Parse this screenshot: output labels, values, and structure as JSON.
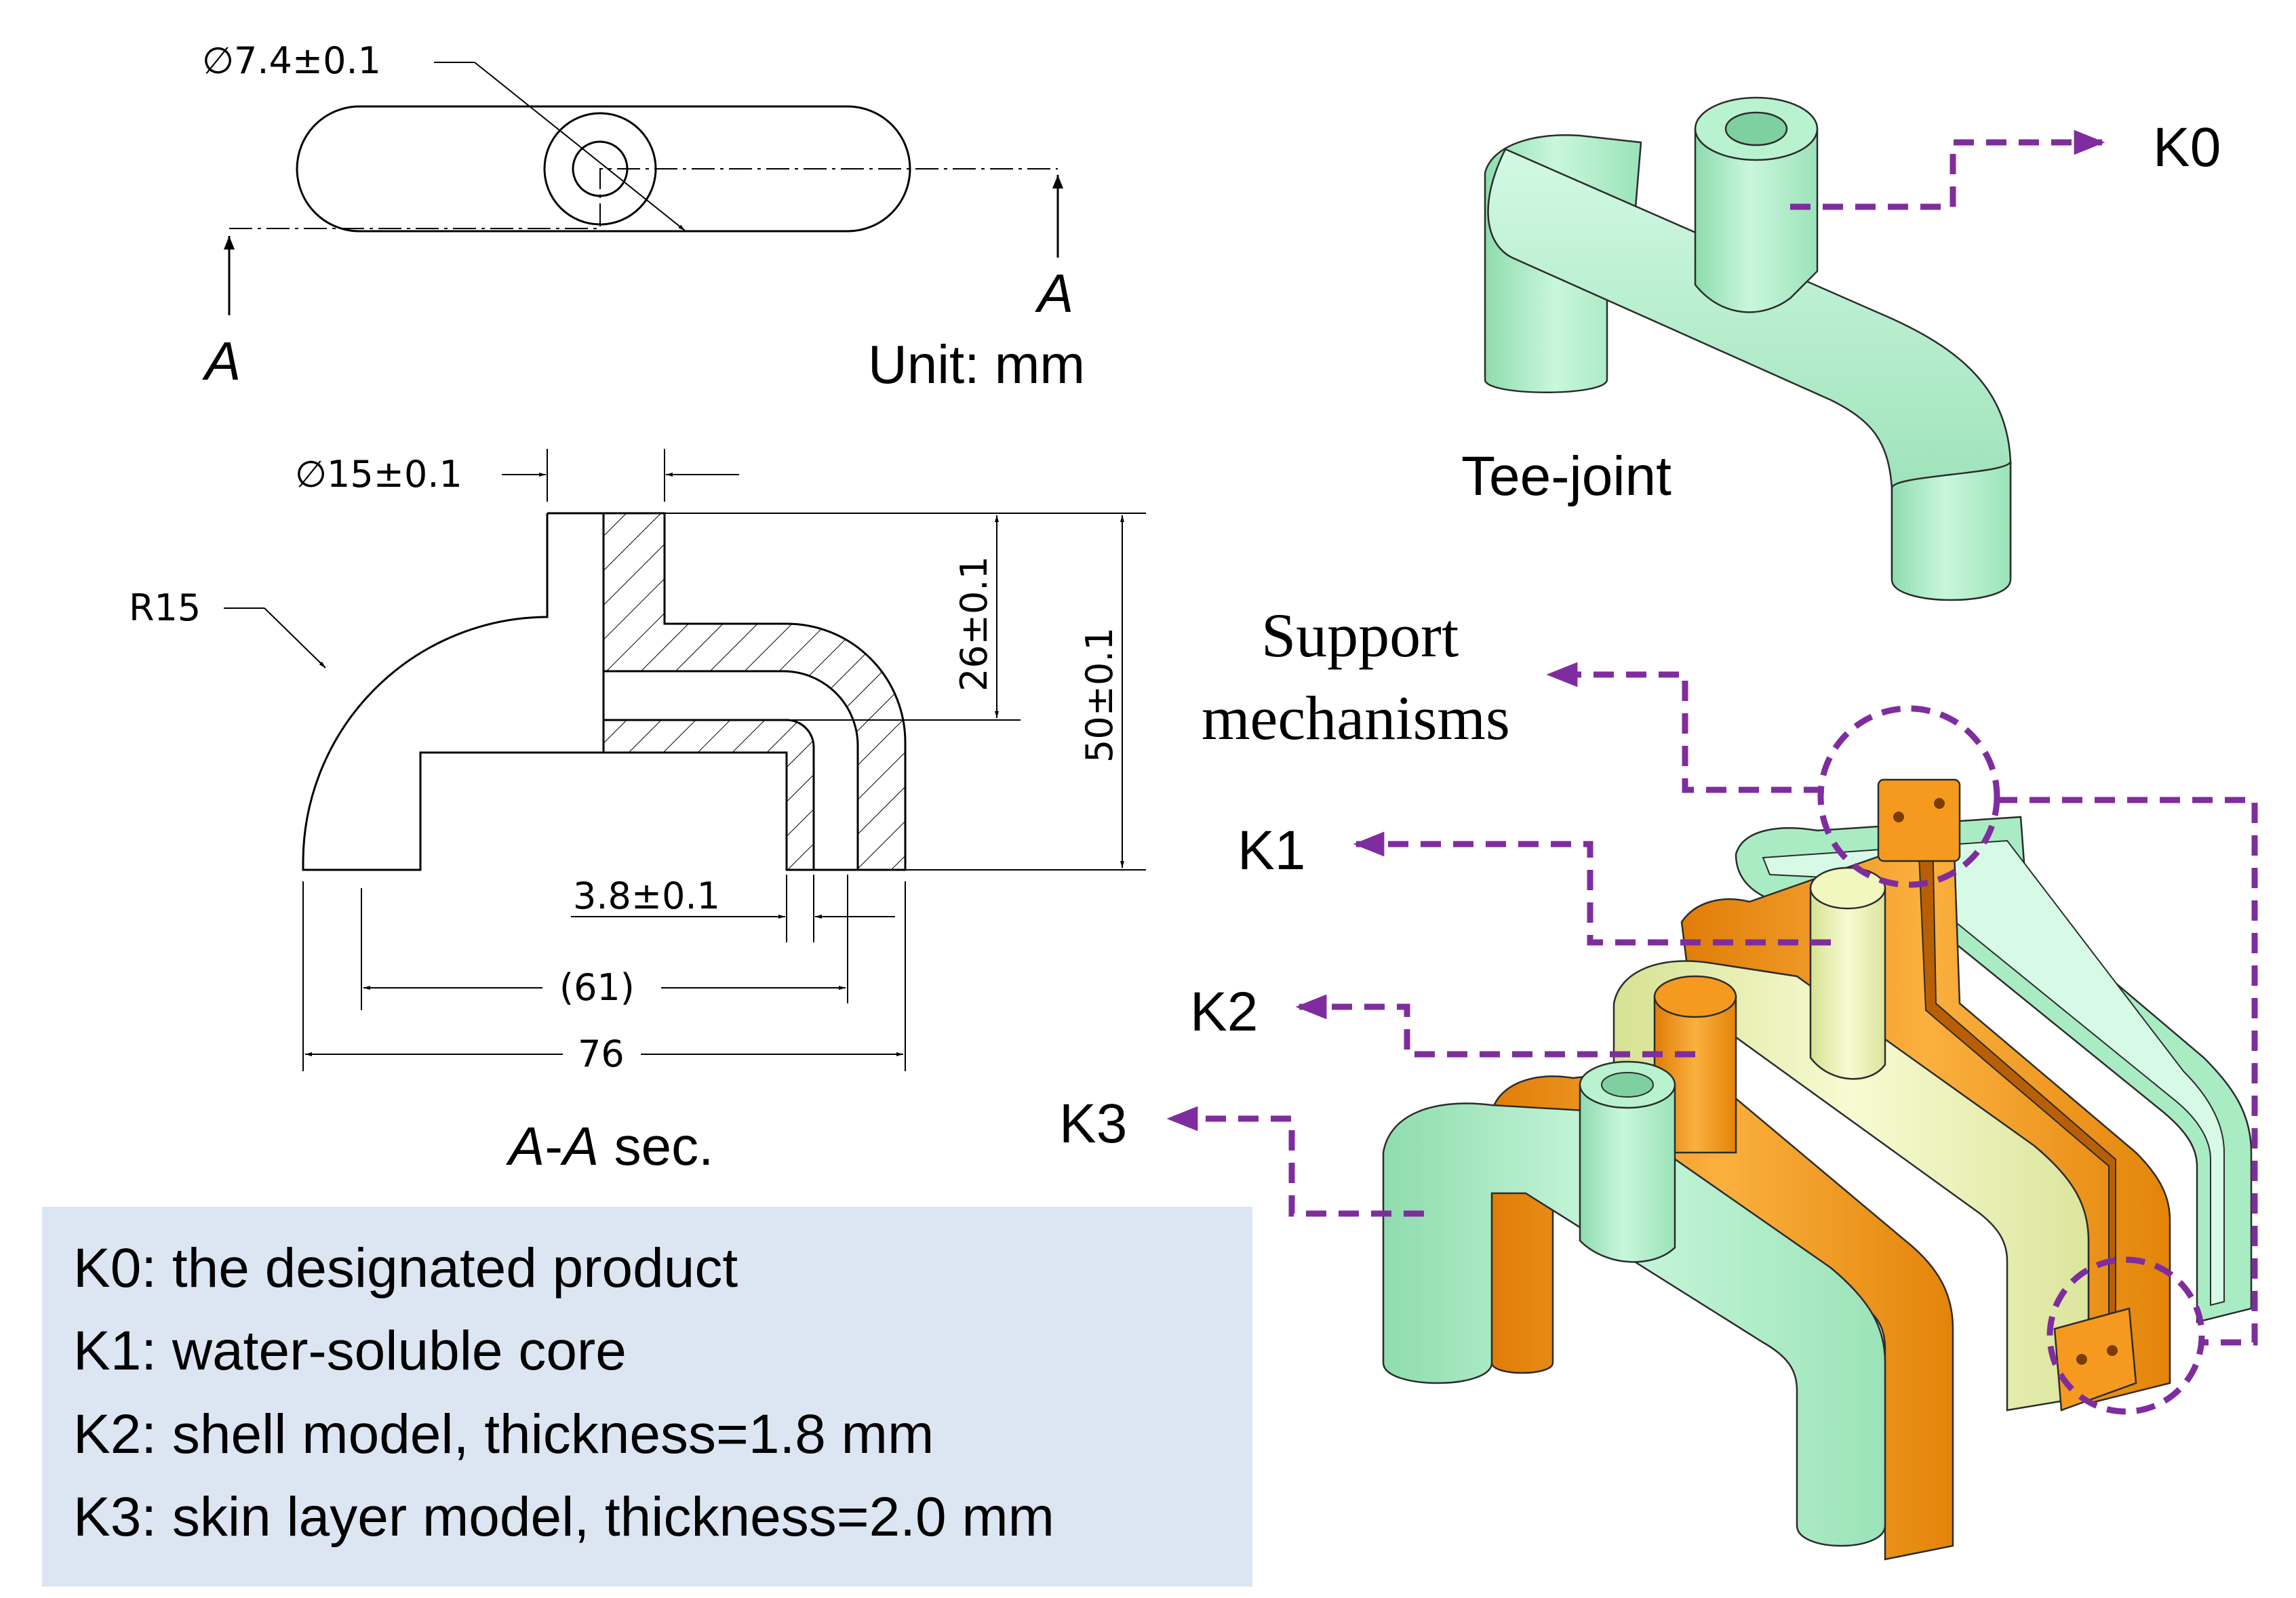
{
  "top_view": {
    "diameter_label": "∅7.4±0.1",
    "section_left": "A",
    "section_right": "A",
    "unit": "Unit: mm"
  },
  "section_view": {
    "diameter_label": "∅15±0.1",
    "radius_label": "R15",
    "height_inner": "26±0.1",
    "height_total": "50±0.1",
    "wall_label": "3.8±0.1",
    "span_inner": "(61)",
    "span_total": "76",
    "caption_a1": "A",
    "caption_dash": "-",
    "caption_a2": "A",
    "caption_rest": " sec."
  },
  "model": {
    "k0_label": "K0",
    "tee_caption": "Tee-joint",
    "support_line1": "Support",
    "support_line2": "mechanisms",
    "k1_label": "K1",
    "k2_label": "K2",
    "k3_label": "K3"
  },
  "legend": {
    "bg_color": "#dce6f2",
    "items": [
      "K0: the designated product",
      "K1: water-soluble core",
      "K2: shell model, thickness=1.8 mm",
      "K3: skin layer model, thickness=2.0 mm"
    ]
  },
  "colors": {
    "mint": "#b9f2cf",
    "orange": "#f59a1f",
    "yellow": "#f1f7bf",
    "callout": "#7f2d9e"
  }
}
